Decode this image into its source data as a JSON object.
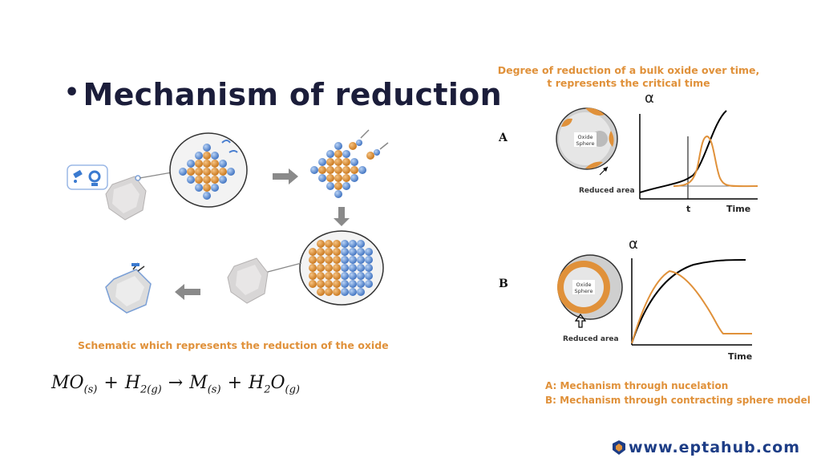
{
  "title": "Mechanism of reduction",
  "left_caption": "Schematic which represents the reduction of the oxide",
  "equation": {
    "mo": "MO",
    "mo_sub": "(s)",
    "plus1": "+",
    "h2": "H",
    "h2_sub": "2(g)",
    "arrow": "→",
    "m": "M",
    "m_sub": "(s)",
    "plus2": "+",
    "h2o_a": "H",
    "h2o_2": "2",
    "h2o_b": "O",
    "h2o_sub": "(g)"
  },
  "right_title": {
    "line1": "Degree of reduction of a bulk oxide over time,",
    "line2": "t represents the critical time"
  },
  "panel_a": {
    "label": "A",
    "sphere_label_1": "Oxide",
    "sphere_label_2": "Sphere",
    "reduced_area": "Reduced area",
    "y_axis": "α",
    "x_axis": "Time",
    "critical": "t"
  },
  "panel_b": {
    "label": "B",
    "sphere_label_1": "Oxide",
    "sphere_label_2": "Sphere",
    "reduced_area": "Reduced area",
    "y_axis": "α",
    "x_axis": "Time"
  },
  "legend": {
    "a": "A: Mechanism through nucelation",
    "b": "B: Mechanism through contracting sphere model"
  },
  "brand": "www.eptahub.com",
  "colors": {
    "orange": "#e0913a",
    "navy": "#1b1d3a",
    "blue": "#4a7fd0",
    "brand": "#1d3d86"
  }
}
